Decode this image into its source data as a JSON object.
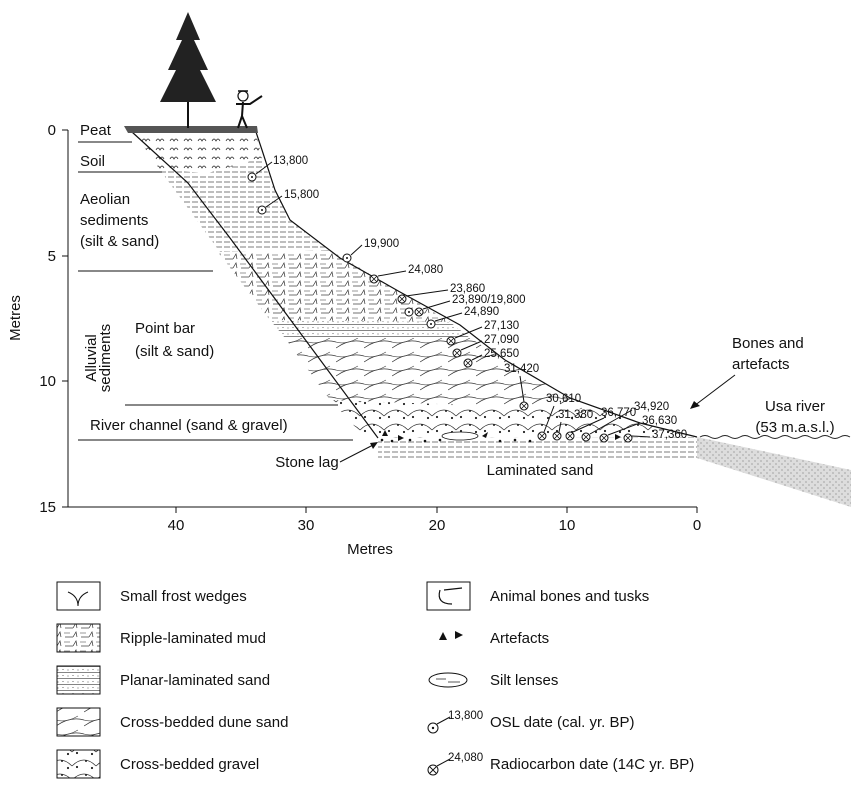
{
  "axes": {
    "y_title": "Metres",
    "x_title": "Metres",
    "y_ticks": [
      "0",
      "5",
      "10",
      "15"
    ],
    "x_ticks": [
      "40",
      "30",
      "20",
      "10",
      "0"
    ]
  },
  "units": {
    "peat": "Peat",
    "soil": "Soil",
    "aeolian_1": "Aeolian",
    "aeolian_2": "sediments",
    "aeolian_3": "(silt & sand)",
    "alluvial_1": "Alluvial",
    "alluvial_2": "sediments",
    "point_bar_1": "Point bar",
    "point_bar_2": "(silt & sand)",
    "river_channel": "River channel (sand & gravel)",
    "stone_lag": "Stone lag",
    "laminated_sand": "Laminated sand",
    "bones_1": "Bones and",
    "bones_2": "artefacts",
    "usa_1": "Usa river",
    "usa_2": "(53 m.a.s.l.)"
  },
  "dates": [
    {
      "label": "13,800",
      "type": "osl"
    },
    {
      "label": "15,800",
      "type": "osl"
    },
    {
      "label": "19,900",
      "type": "osl"
    },
    {
      "label": "24,080",
      "type": "radiocarbon"
    },
    {
      "label": "23,860",
      "type": "radiocarbon"
    },
    {
      "label": "23,890/19,800",
      "type": "radiocarbon"
    },
    {
      "label": "24,890",
      "type": "osl"
    },
    {
      "label": "27,130",
      "type": "radiocarbon"
    },
    {
      "label": "27,090",
      "type": "radiocarbon"
    },
    {
      "label": "25,650",
      "type": "radiocarbon"
    },
    {
      "label": "31,420",
      "type": "radiocarbon"
    },
    {
      "label": "30,610",
      "type": "radiocarbon"
    },
    {
      "label": "31,380",
      "type": "radiocarbon"
    },
    {
      "label": "36,770",
      "type": "radiocarbon"
    },
    {
      "label": "34,920",
      "type": "radiocarbon"
    },
    {
      "label": "36,630",
      "type": "radiocarbon"
    },
    {
      "label": "37,360",
      "type": "radiocarbon"
    }
  ],
  "legend": {
    "frost": "Small frost wedges",
    "ripple": "Ripple-laminated mud",
    "planar": "Planar-laminated sand",
    "dune": "Cross-bedded dune sand",
    "gravel": "Cross-bedded gravel",
    "bones": "Animal bones and tusks",
    "artefacts": "Artefacts",
    "silt": "Silt lenses",
    "osl_sample": "13,800",
    "osl": "OSL date (cal. yr. BP)",
    "rc_sample": "24,080",
    "rc": "Radiocarbon date (14C yr. BP)"
  }
}
